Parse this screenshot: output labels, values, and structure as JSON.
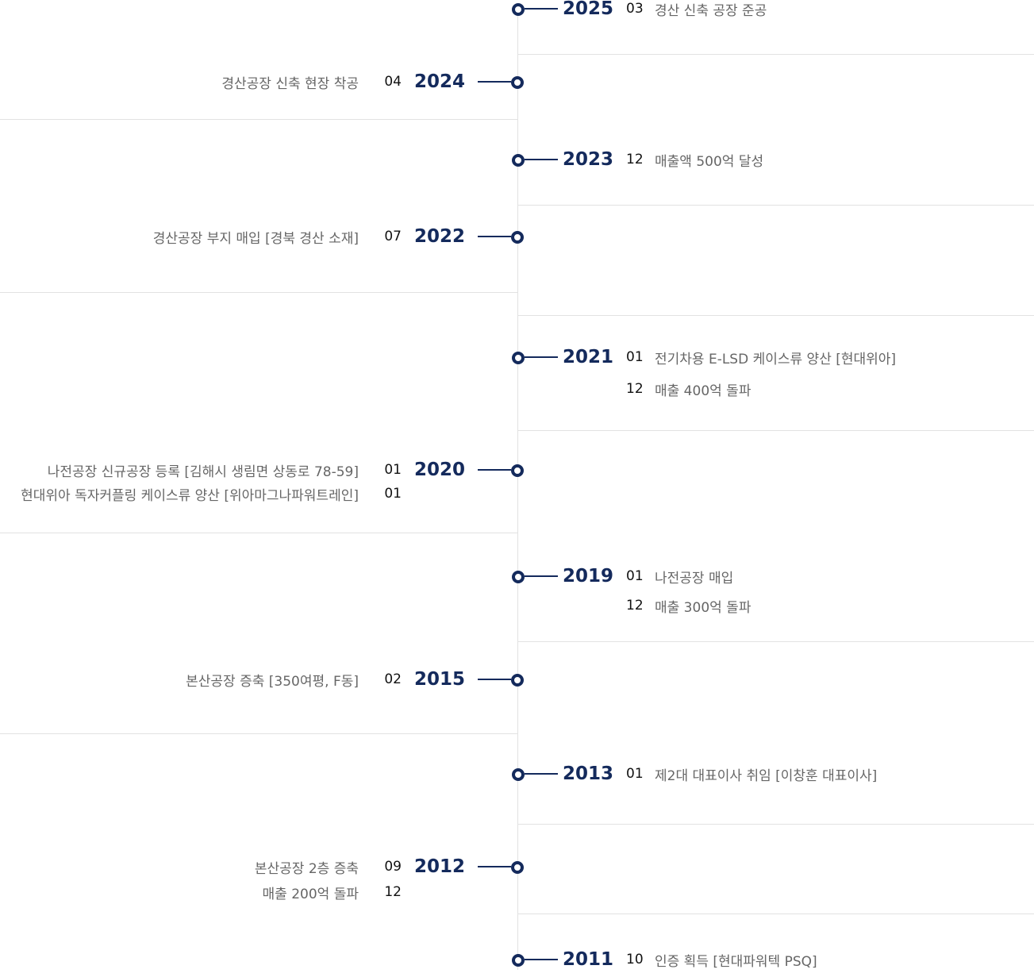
{
  "colors": {
    "accent": "#142a5c",
    "text": "#666666",
    "month": "#111111",
    "divider": "#e2e2e2"
  },
  "timeline": [
    {
      "year": "2025",
      "items": [
        {
          "month": "03",
          "text": "경산 신축 공장 준공"
        }
      ]
    },
    {
      "year": "2024",
      "items": [
        {
          "month": "04",
          "text": "경산공장 신축 현장 착공"
        }
      ]
    },
    {
      "year": "2023",
      "items": [
        {
          "month": "12",
          "text": "매출액 500억 달성"
        }
      ]
    },
    {
      "year": "2022",
      "items": [
        {
          "month": "07",
          "text": "경산공장 부지 매입 [경북 경산 소재]"
        }
      ]
    },
    {
      "year": "2021",
      "items": [
        {
          "month": "01",
          "text": "전기차용 E-LSD 케이스류 양산 [현대위아]"
        },
        {
          "month": "12",
          "text": "매출 400억 돌파"
        }
      ]
    },
    {
      "year": "2020",
      "items": [
        {
          "month": "01",
          "text": "나전공장 신규공장 등록 [김해시 생림면 상동로 78-59]"
        },
        {
          "month": "01",
          "text": "현대위아 독자커플링 케이스류 양산 [위아마그나파워트레인]"
        }
      ]
    },
    {
      "year": "2019",
      "items": [
        {
          "month": "01",
          "text": "나전공장 매입"
        },
        {
          "month": "12",
          "text": "매출 300억 돌파"
        }
      ]
    },
    {
      "year": "2015",
      "items": [
        {
          "month": "02",
          "text": "본산공장 증축 [350여평, F동]"
        }
      ]
    },
    {
      "year": "2013",
      "items": [
        {
          "month": "01",
          "text": "제2대 대표이사 취임 [이창훈 대표이사]"
        }
      ]
    },
    {
      "year": "2012",
      "items": [
        {
          "month": "09",
          "text": "본산공장 2층 증축"
        },
        {
          "month": "12",
          "text": "매출 200억 돌파"
        }
      ]
    },
    {
      "year": "2011",
      "items": [
        {
          "month": "10",
          "text": "인증 획득 [현대파워텍 PSQ]"
        }
      ]
    }
  ]
}
